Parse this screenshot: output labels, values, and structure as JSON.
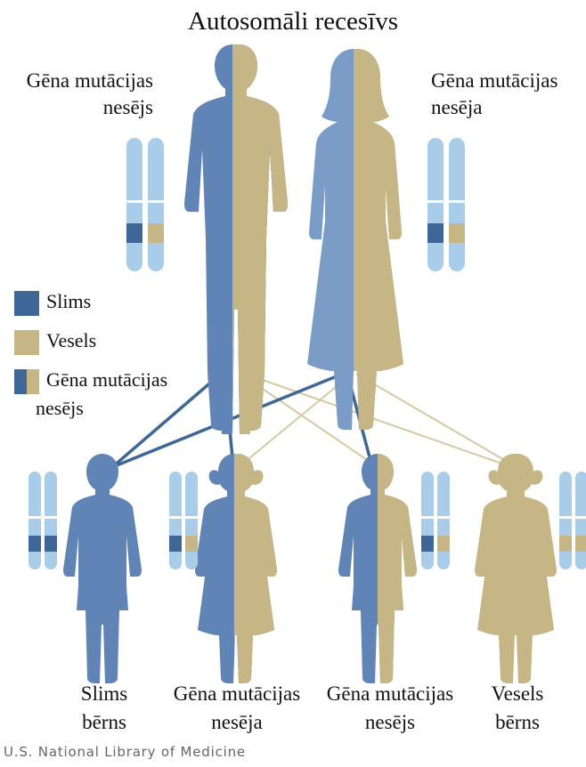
{
  "title": "Autosomāli recesīvs",
  "parents": {
    "father_label": [
      "Gēna mutācijas",
      "nesējs"
    ],
    "mother_label": [
      "Gēna mutācijas",
      "nesēja"
    ]
  },
  "legend": {
    "affected": "Slims",
    "healthy": "Vesels",
    "carrier": [
      "Gēna mutācijas",
      "nesējs"
    ]
  },
  "children": [
    {
      "label": [
        "Slims",
        "bērns"
      ],
      "status": "affected",
      "gender": "boy"
    },
    {
      "label": [
        "Gēna mutācijas",
        "nesēja"
      ],
      "status": "carrier",
      "gender": "girl"
    },
    {
      "label": [
        "Gēna mutācijas",
        "nesējs"
      ],
      "status": "carrier",
      "gender": "boy"
    },
    {
      "label": [
        "Vesels",
        "bērns"
      ],
      "status": "healthy",
      "gender": "girl"
    }
  ],
  "colors": {
    "affected": "#3e6797",
    "healthy": "#c6b685",
    "chromosome": "#a9cde8"
  },
  "credit": "U.S. National Library of Medicine"
}
